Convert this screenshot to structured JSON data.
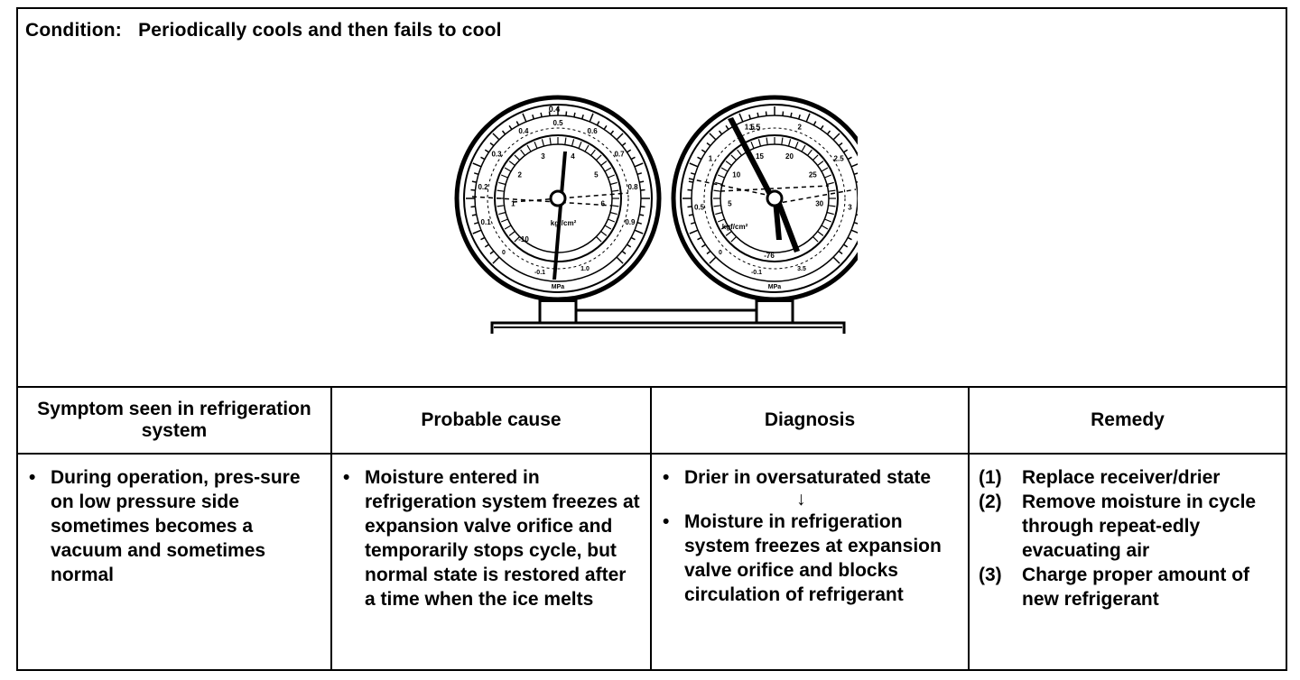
{
  "condition": {
    "label": "Condition:",
    "text": "Periodically cools and then fails to cool"
  },
  "gauges": {
    "low": {
      "top_unit": "0.4",
      "unit_label": "kgf/cm²",
      "bottom_unit": "MPa",
      "scale_outer": [
        "0.1",
        "0.2",
        "0.3",
        "0.4",
        "0.5",
        "0.6",
        "0.7",
        "0.8",
        "0.9"
      ],
      "scale_inner": [
        "1",
        "2",
        "3",
        "4",
        "5",
        "6"
      ],
      "vac": "-10",
      "small": [
        "0",
        "-0.1",
        "1.0"
      ]
    },
    "high": {
      "top_unit": "1.5",
      "unit_label": "kgf/cm²",
      "bottom_unit": "MPa",
      "scale_outer": [
        "0.5",
        "1",
        "1.5",
        "2",
        "2.5",
        "3"
      ],
      "scale_inner": [
        "5",
        "10",
        "15",
        "20",
        "25",
        "30"
      ],
      "vac": "-76",
      "small": [
        "0",
        "-0.1",
        "3.5"
      ]
    }
  },
  "table": {
    "headers": [
      "Symptom seen in refrigeration system",
      "Probable cause",
      "Diagnosis",
      "Remedy"
    ],
    "symptom": {
      "bullet": "•",
      "text": "During operation, pres-sure on low pressure side sometimes becomes a vacuum and sometimes normal"
    },
    "cause": {
      "bullet": "•",
      "text": "Moisture entered in refrigeration system freezes at expansion valve orifice and temporarily stops cycle, but normal state is restored after a time when the ice melts"
    },
    "diagnosis": {
      "items": [
        "Drier in oversaturated state",
        "Moisture in refrigeration system freezes at expansion valve orifice and blocks circulation of refrigerant"
      ],
      "bullet": "•",
      "arrow": "↓"
    },
    "remedy": {
      "items": [
        {
          "num": "(1)",
          "text": "Replace receiver/drier"
        },
        {
          "num": "(2)",
          "text": "Remove moisture in cycle through repeat-edly evacuating air"
        },
        {
          "num": "(3)",
          "text": "Charge proper amount of new refrigerant"
        }
      ]
    }
  }
}
